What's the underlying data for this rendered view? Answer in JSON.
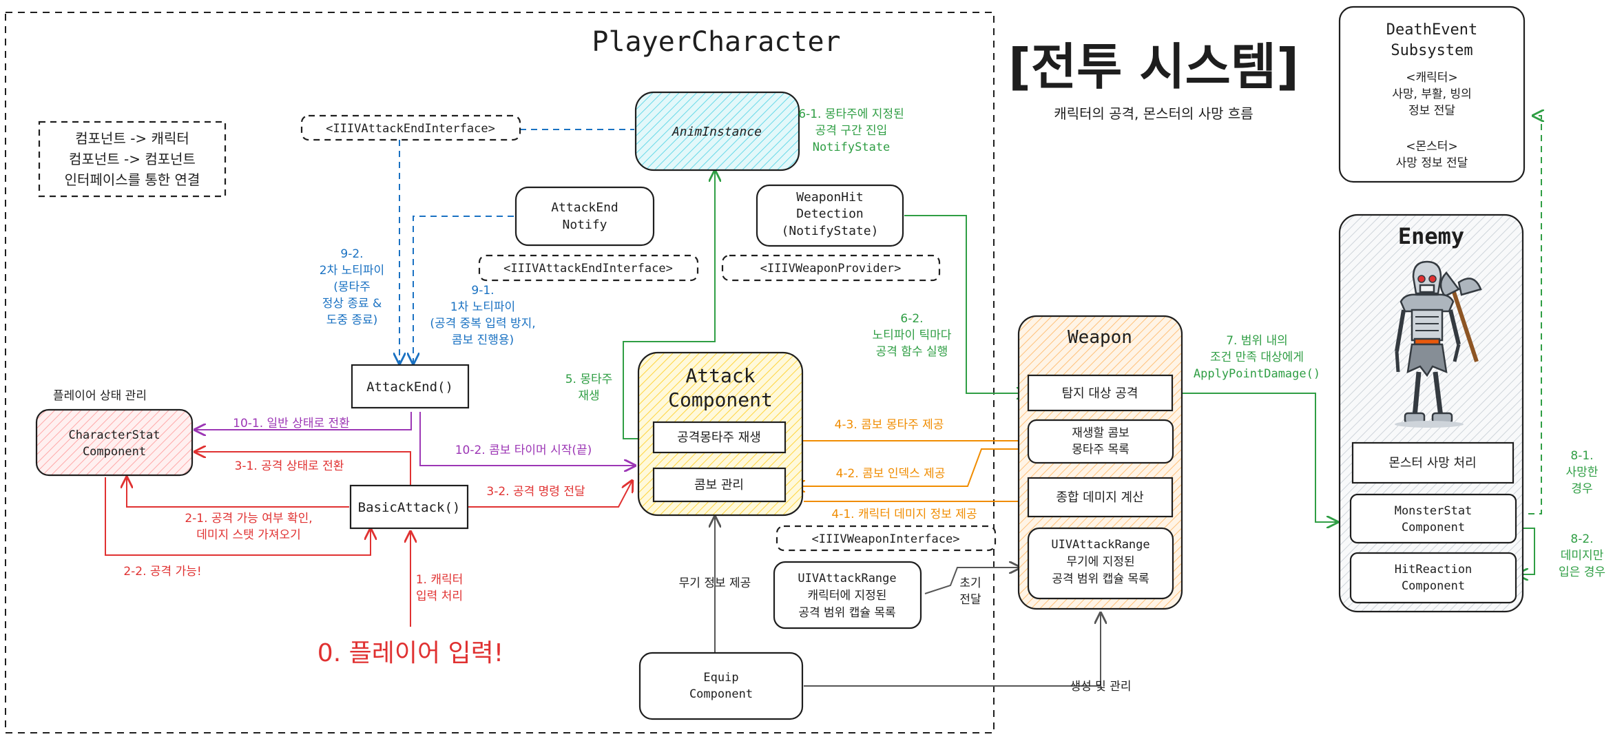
{
  "title": "[전투 시스템]",
  "subtitle": "캐릭터의 공격, 몬스터의 사망 흐름",
  "legend": {
    "line1": "컴포넌트 -> 캐릭터",
    "line2": "컴포넌트 -> 컴포넌트",
    "line3": "인터페이스를 통한 연결"
  },
  "player_group": {
    "label": "PlayerCharacter"
  },
  "nodes": {
    "anim_instance": "AnimInstance",
    "attack_end_notify": {
      "line1": "AttackEnd",
      "line2": "Notify"
    },
    "weapon_hit": {
      "line1": "WeaponHit",
      "line2": "Detection",
      "line3": "(NotifyState)"
    },
    "attack_end": "AttackEnd()",
    "character_stat": {
      "line1": "CharacterStat",
      "line2": "Component"
    },
    "character_stat_caption": "플레이어 상태 관리",
    "basic_attack": "BasicAttack()",
    "attack_component": {
      "line1": "Attack",
      "line2": "Component",
      "item1": "공격몽타주 재생",
      "item2": "콤보 관리"
    },
    "uiv_attack_range_char": {
      "line1": "UIVAttackRange",
      "line2": "캐릭터에 지정된",
      "line3": "공격 범위 캡슐 목록"
    },
    "equip": {
      "line1": "Equip",
      "line2": "Component"
    },
    "weapon": {
      "label": "Weapon",
      "item1": "탐지 대상 공격",
      "item2_line1": "재생할 콤보",
      "item2_line2": "몽타주 목록",
      "item3": "종합 데미지 계산",
      "item4_line1": "UIVAttackRange",
      "item4_line2": "무기에 지정된",
      "item4_line3": "공격 범위 캡슐 목록"
    },
    "death_event": {
      "line1": "DeathEvent",
      "line2": "Subsystem",
      "line3": "<캐릭터>",
      "line4": "사망, 부활, 빙의",
      "line5": "정보 전달",
      "line6": "<몬스터>",
      "line7": "사망 정보 전달"
    },
    "enemy": {
      "label": "Enemy",
      "item1": "몬스터 사망 처리",
      "item2_line1": "MonsterStat",
      "item2_line2": "Component",
      "item3_line1": "HitReaction",
      "item3_line2": "Component"
    }
  },
  "interfaces": {
    "attack_end_top": "<IIIVAttackEndInterface>",
    "attack_end_mid": "<IIIVAttackEndInterface>",
    "weapon_provider": "<IIIVWeaponProvider>",
    "weapon_interface": "<IIIVWeaponInterface>"
  },
  "labels": {
    "l0": "0. 플레이어 입력!",
    "l1_a": "1. 캐릭터",
    "l1_b": "입력 처리",
    "l21_a": "2-1. 공격 가능 여부 확인,",
    "l21_b": "데미지 스탯 가져오기",
    "l22": "2-2. 공격 가능!",
    "l31": "3-1. 공격 상태로 전환",
    "l32": "3-2. 공격 명령 전달",
    "l41": "4-1. 캐릭터 데미지 정보 제공",
    "l42": "4-2. 콤보 인덱스 제공",
    "l43": "4-3. 콤보 몽타주 제공",
    "l5_a": "5. 몽타주",
    "l5_b": "재생",
    "l61_a": "6-1. 몽타주에 지정된",
    "l61_b": "공격 구간 진입",
    "l61_c": "NotifyState",
    "l62_a": "6-2.",
    "l62_b": "노티파이 틱마다",
    "l62_c": "공격 함수 실행",
    "l7_a": "7. 범위 내의",
    "l7_b": "조건 만족 대상에게",
    "l7_c": "ApplyPointDamage()",
    "l81_a": "8-1.",
    "l81_b": "사망한",
    "l81_c": "경우",
    "l82_a": "8-2.",
    "l82_b": "데미지만",
    "l82_c": "입은 경우",
    "l91_a": "9-1.",
    "l91_b": "1차 노티파이",
    "l91_c": "(공격 중복 입력 방지,",
    "l91_d": "콤보 진행용)",
    "l92_a": "9-2.",
    "l92_b": "2차 노티파이",
    "l92_c": "(몽타주",
    "l92_d": "정상 종료 &",
    "l92_e": "도중 종료)",
    "l101": "10-1. 일반 상태로 전환",
    "l102": "10-2. 콤보 타이머 시작(끝)",
    "weapon_info": "무기 정보 제공",
    "init_a": "초기",
    "init_b": "전달",
    "create_manage": "생성 및 관리"
  },
  "colors": {
    "red": "#e03131",
    "green": "#2f9e44",
    "blue": "#1971c2",
    "orange": "#f08c00",
    "purple": "#9c36b5",
    "dark": "#1e1e1e",
    "gray": "#555555",
    "cyan_fill": "#c3eef3",
    "yellow_fill": "#fff3bf",
    "orange_fill": "#ffe8cc",
    "pink_fill": "#ffe3e3",
    "gray_fill": "#e9ecef"
  }
}
